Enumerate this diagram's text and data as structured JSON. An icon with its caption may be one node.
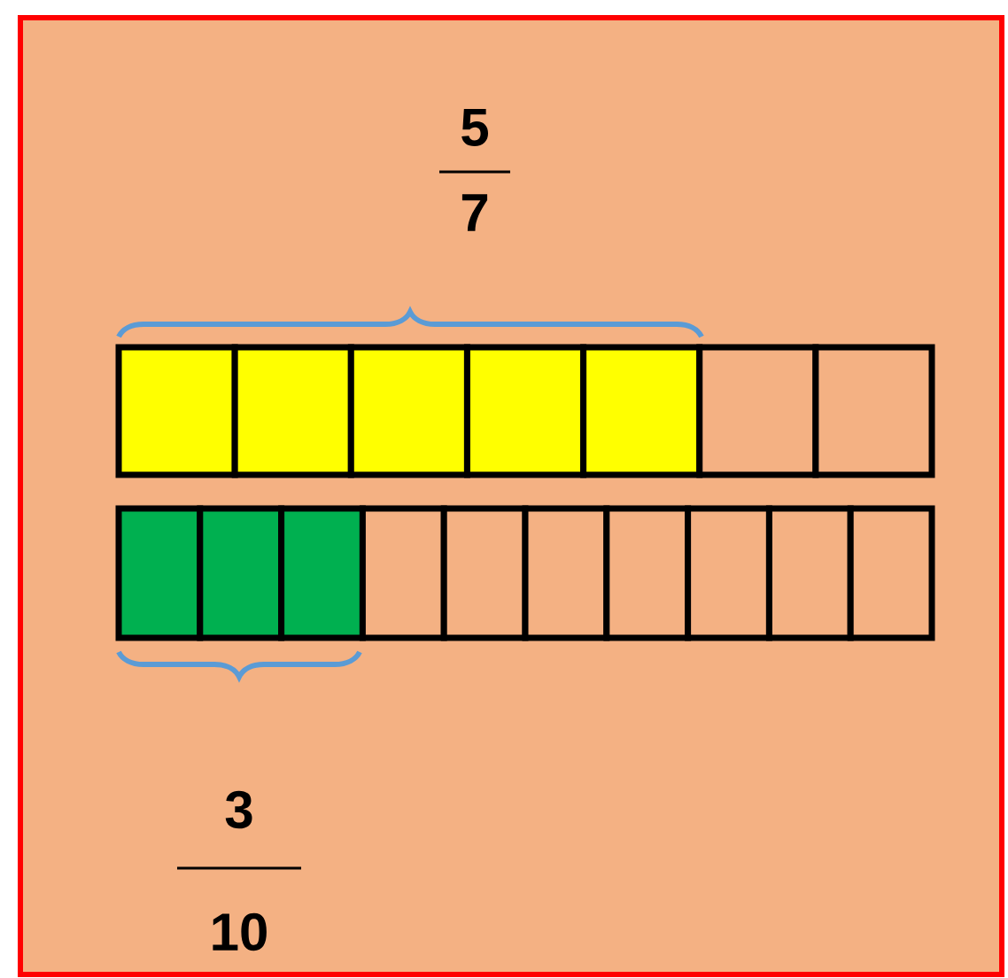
{
  "diagram": {
    "labels": [
      "5",
      "7",
      "3",
      "10"
    ]
  }
}
